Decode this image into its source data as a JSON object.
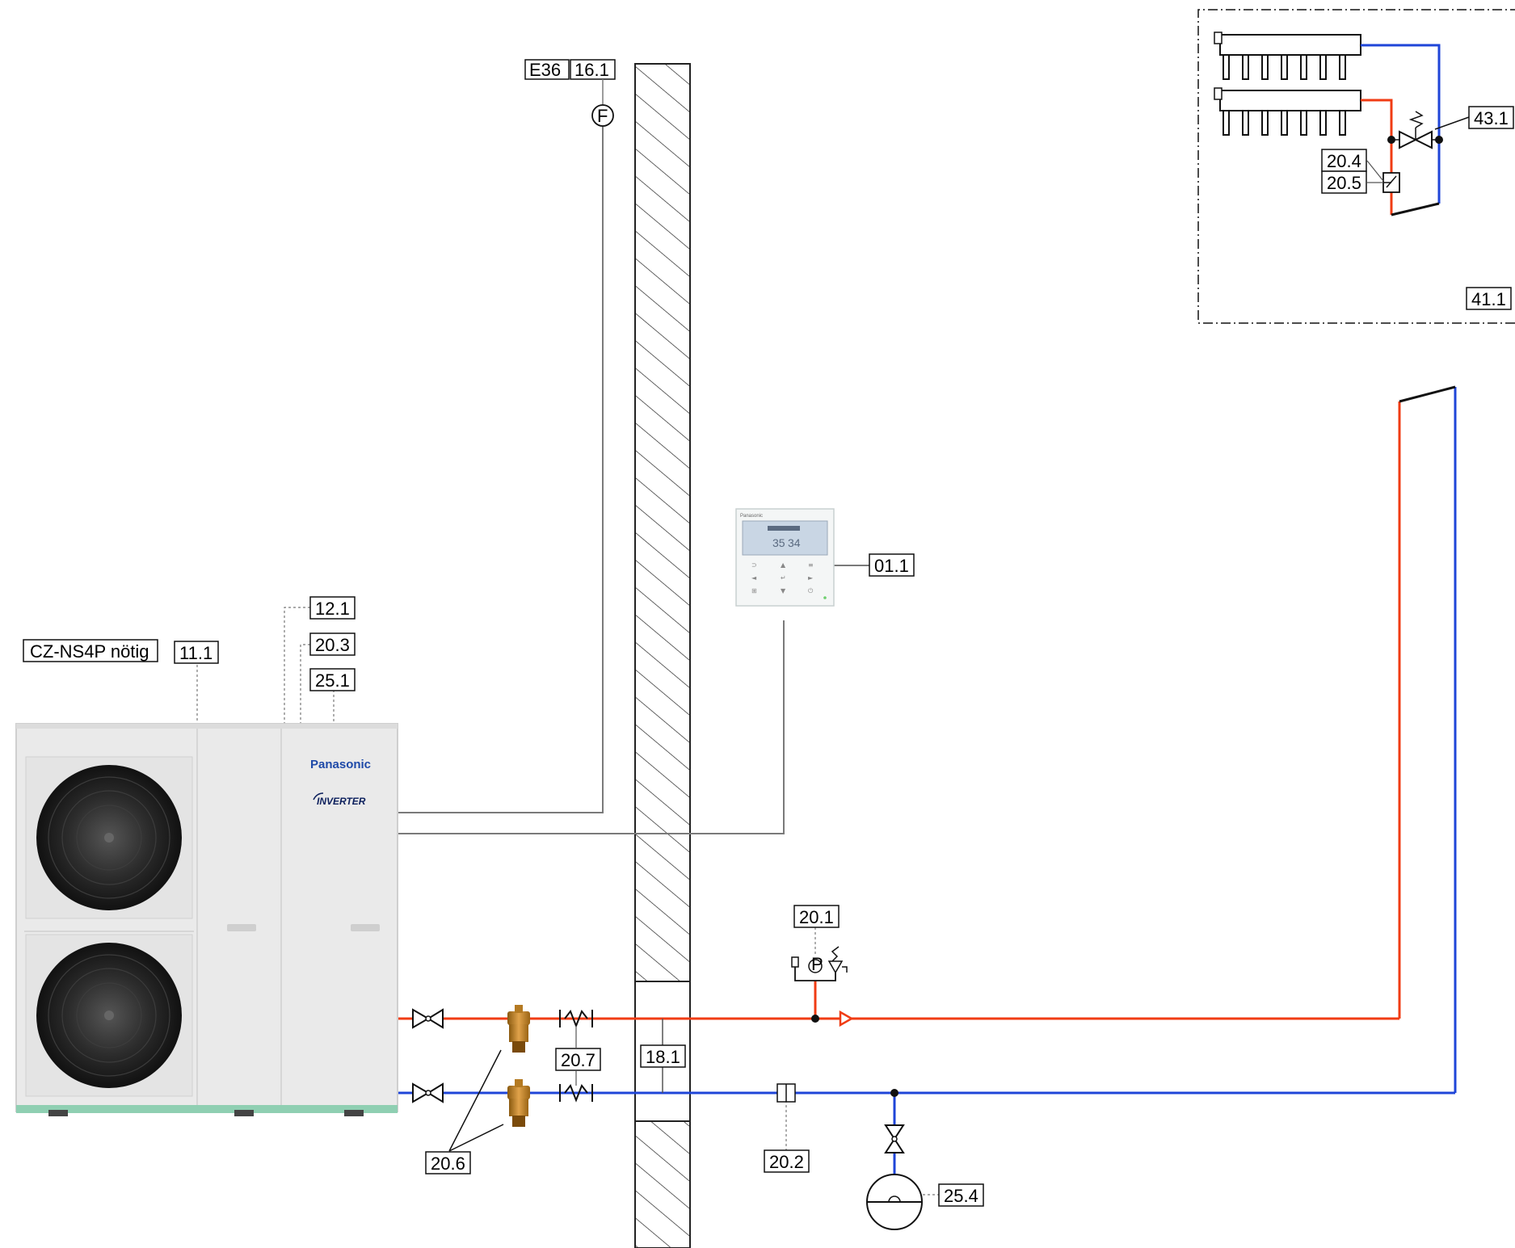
{
  "colors": {
    "supply_line": "#f03c14",
    "return_line": "#1f45d8",
    "cable": "#7a7a7a",
    "unit_body": "#eaeaea",
    "unit_base": "#8fcfb2"
  },
  "labels": {
    "e36": "E36",
    "l16_1": "16.1",
    "sensor_f": "F",
    "l12_1": "12.1",
    "l20_3": "20.3",
    "l25_1": "25.1",
    "cz_ns4p": "CZ-NS4P nötig",
    "l11_1": "11.1",
    "l01_1": "01.1",
    "l20_1": "20.1",
    "gauge_p": "P",
    "l20_7": "20.7",
    "l18_1": "18.1",
    "l20_6": "20.6",
    "l20_2": "20.2",
    "l25_4": "25.4",
    "l43_1": "43.1",
    "l20_4": "20.4",
    "l20_5": "20.5",
    "l41_1": "41.1"
  },
  "heat_pump": {
    "brand": "Panasonic",
    "series": "INVERTER"
  },
  "controller": {
    "brand": "Panasonic",
    "temp_left": "35",
    "temp_right": "34"
  },
  "icons": {
    "fan": "fan-grille-icon",
    "sensor": "flow-sensor-icon",
    "ball_valve": "ball-valve-icon",
    "mixing_valve": "brass-mixing-valve-icon",
    "flex_hose": "flexible-hose-icon",
    "safety_group": "safety-group-icon",
    "strainer": "strainer-icon",
    "expansion_vessel": "expansion-vessel-icon",
    "manifold": "floor-heating-manifold-icon",
    "overflow_valve": "overflow-valve-icon",
    "thermostat": "thermostat-icon"
  }
}
